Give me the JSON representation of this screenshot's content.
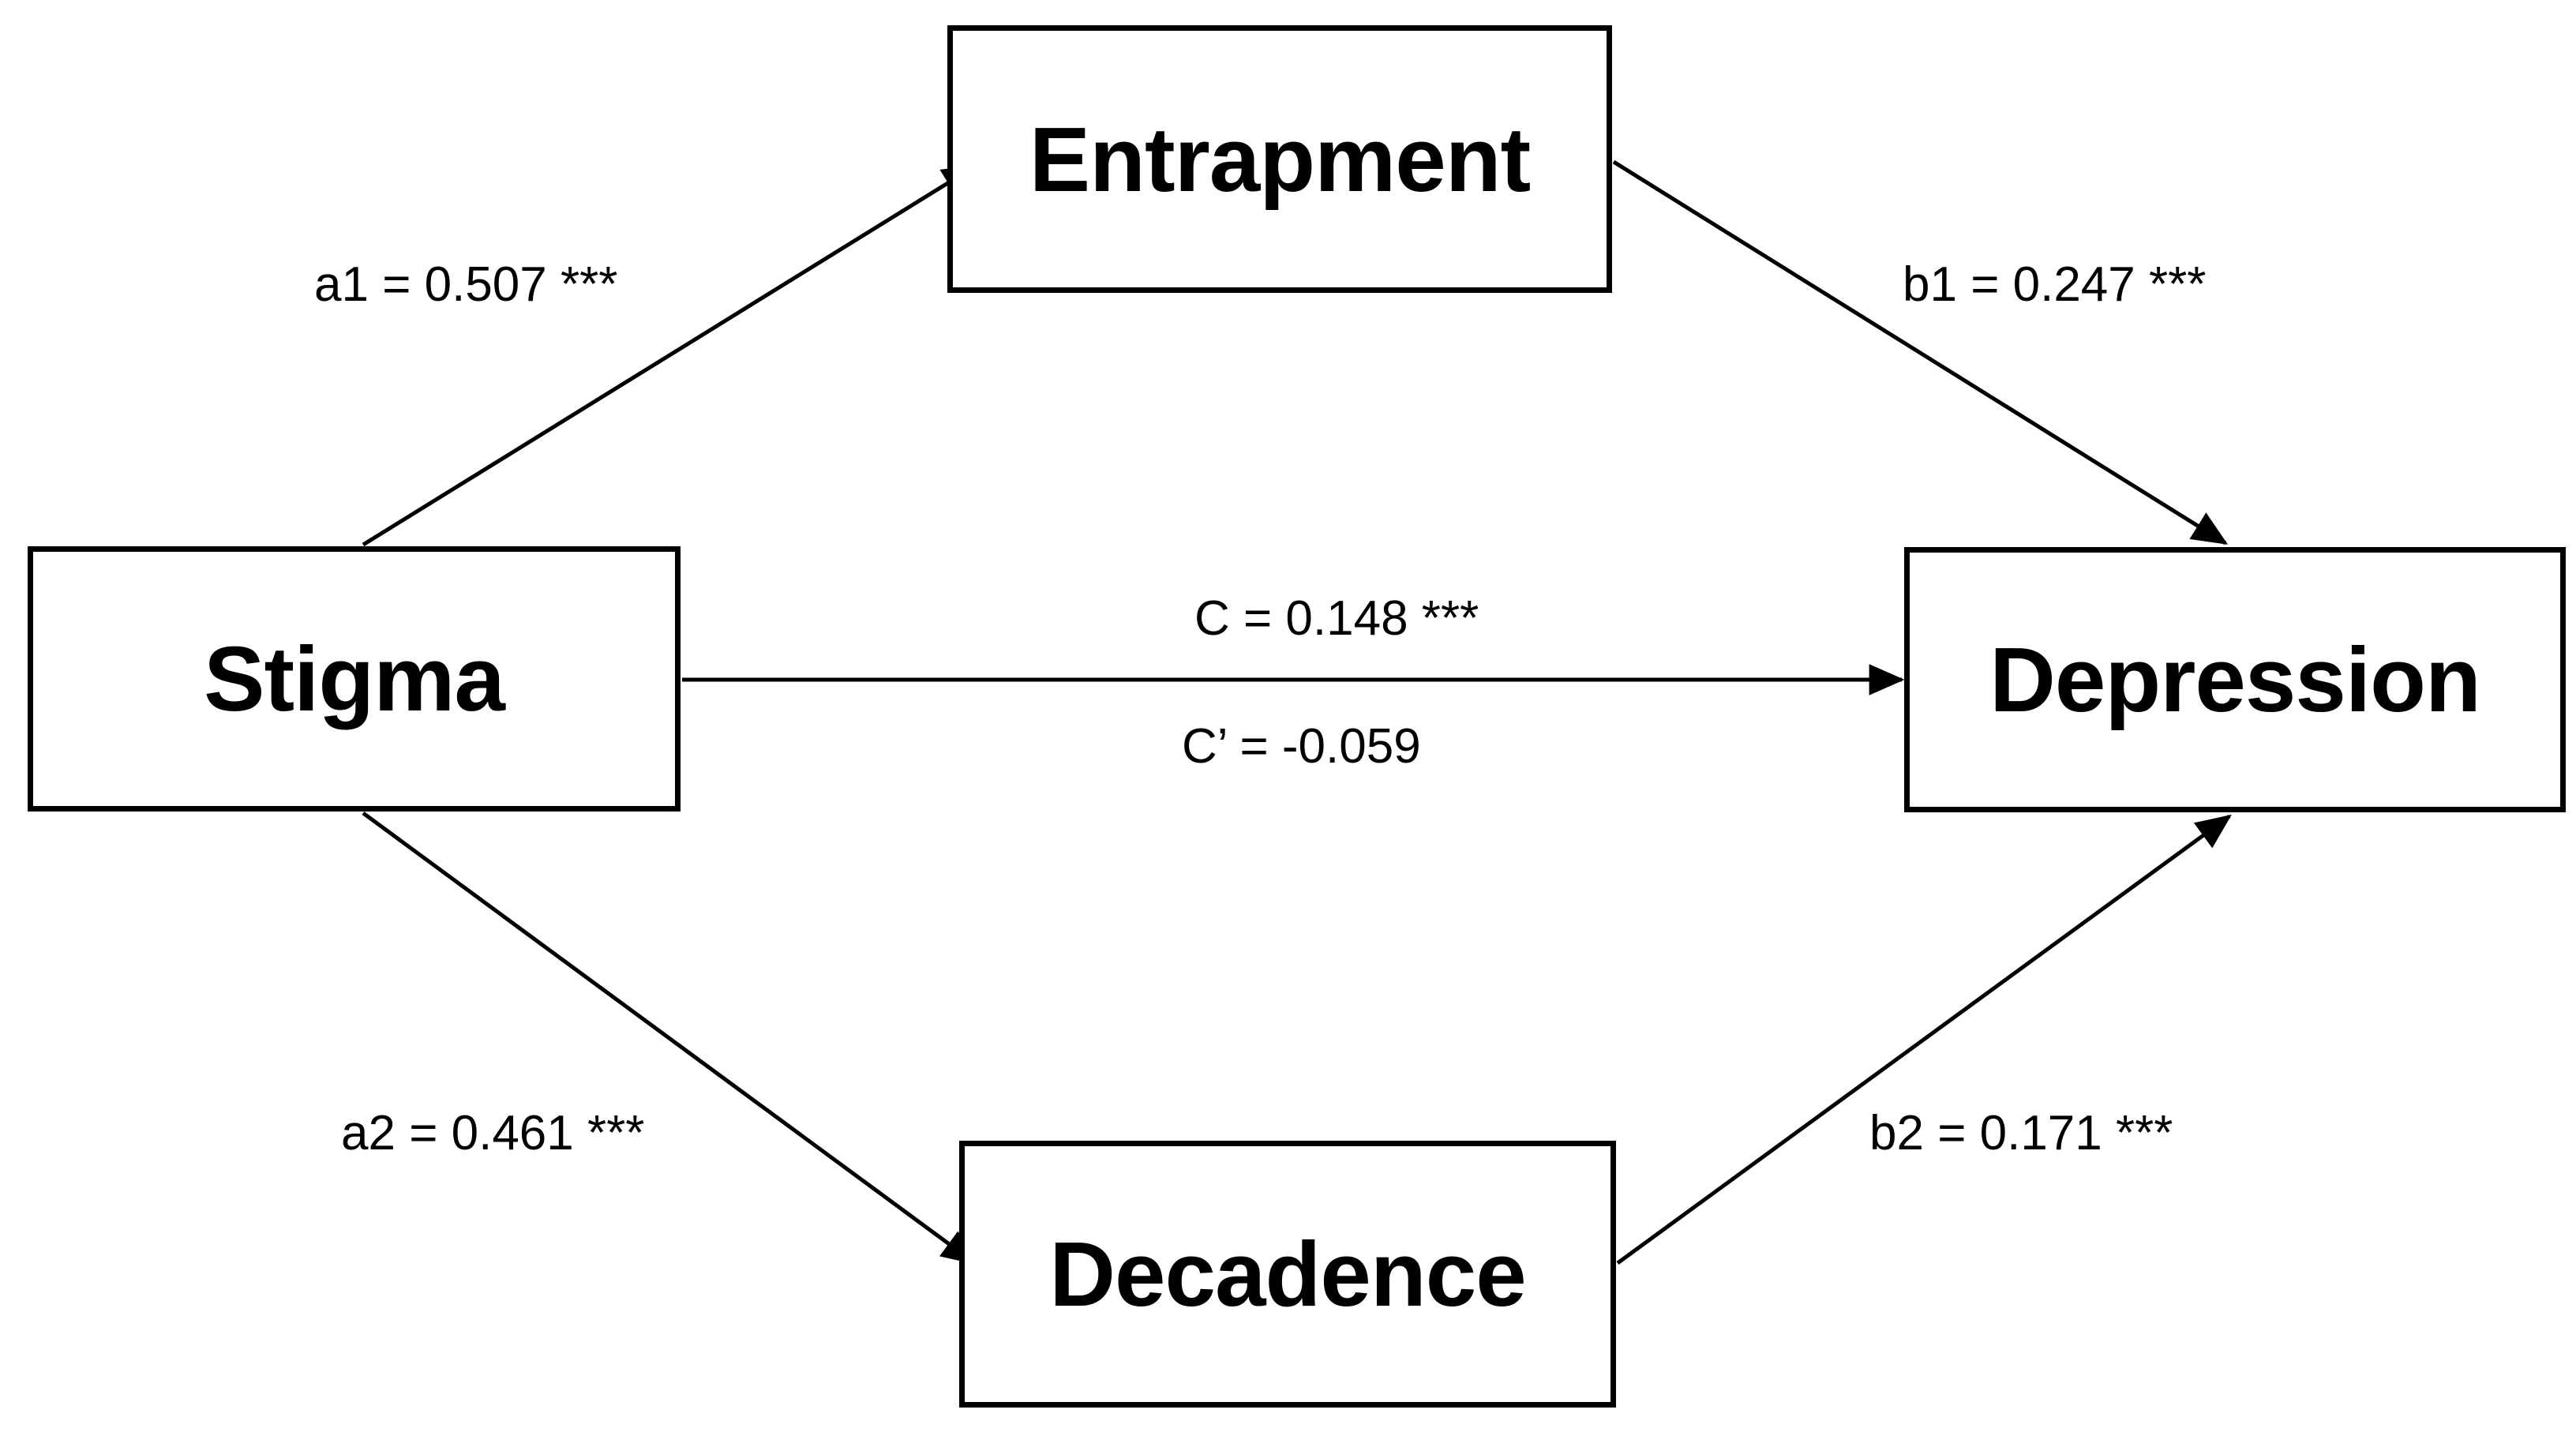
{
  "diagram": {
    "type": "mediation-path-model",
    "nodes": [
      {
        "id": "stigma",
        "label": "Stigma"
      },
      {
        "id": "entrapment",
        "label": "Entrapment"
      },
      {
        "id": "decadence",
        "label": "Decadence"
      },
      {
        "id": "depression",
        "label": "Depression"
      }
    ],
    "edges": [
      {
        "id": "a1",
        "from": "stigma",
        "to": "entrapment",
        "label": "a1 = 0.507 ***",
        "coefficient": 0.507,
        "significance": "***"
      },
      {
        "id": "b1",
        "from": "entrapment",
        "to": "depression",
        "label": "b1 = 0.247 ***",
        "coefficient": 0.247,
        "significance": "***"
      },
      {
        "id": "c",
        "from": "stigma",
        "to": "depression",
        "label": "C = 0.148 ***",
        "coefficient": 0.148,
        "significance": "***"
      },
      {
        "id": "cprime",
        "from": "stigma",
        "to": "depression",
        "label": "C’ = -0.059",
        "coefficient": -0.059,
        "significance": ""
      },
      {
        "id": "a2",
        "from": "stigma",
        "to": "decadence",
        "label": "a2 = 0.461 ***",
        "coefficient": 0.461,
        "significance": "***"
      },
      {
        "id": "b2",
        "from": "decadence",
        "to": "depression",
        "label": "b2 = 0.171 ***",
        "coefficient": 0.171,
        "significance": "***"
      }
    ],
    "colors": {
      "background": "#ffffff",
      "stroke": "#000000",
      "text": "#000000"
    }
  }
}
